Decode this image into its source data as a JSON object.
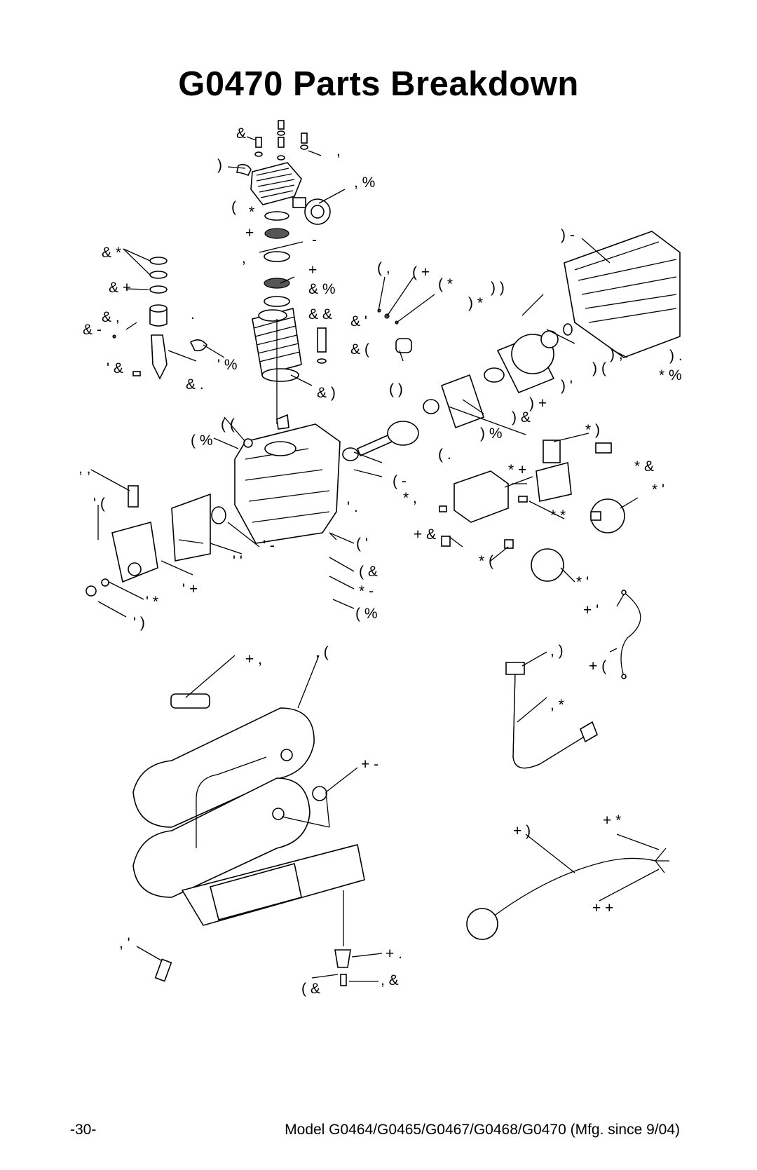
{
  "page": {
    "title": "G0470 Parts Breakdown",
    "page_number": "-30-",
    "model_line": "Model G0464/G0465/G0467/G0468/G0470 (Mfg. since 9/04)"
  },
  "callouts": [
    "&",
    ",",
    ")",
    ", %",
    "(",
    "*",
    "-",
    "+",
    ",",
    "+",
    "& %",
    "& *",
    "& +",
    "& ,",
    "& -",
    ".",
    "& &",
    "& '",
    "& (",
    "' &",
    "' %",
    "& .",
    "& )",
    "( ,",
    "( +",
    "( *",
    ") )",
    ") *",
    ") -",
    ") ,",
    ") .",
    ") (",
    ") '",
    "* %",
    ") +",
    ") &",
    "( )",
    "( (",
    "( %",
    ") %",
    "( .",
    "* )",
    "* &",
    "* +",
    "( -",
    "* ,",
    "* '",
    ", ,",
    "' (",
    "' .",
    "' -",
    "' '",
    "' +",
    "' *",
    "' )",
    "( '",
    "( &",
    "* -",
    "( %",
    "+ &",
    "* (",
    "* *",
    "* '",
    "+ '",
    ", )",
    "+ (",
    ", *",
    "+ ,",
    ", (",
    "+ -",
    "+ )",
    "+ *",
    "+ +",
    ", '",
    "+ .",
    "( &",
    ", &"
  ]
}
